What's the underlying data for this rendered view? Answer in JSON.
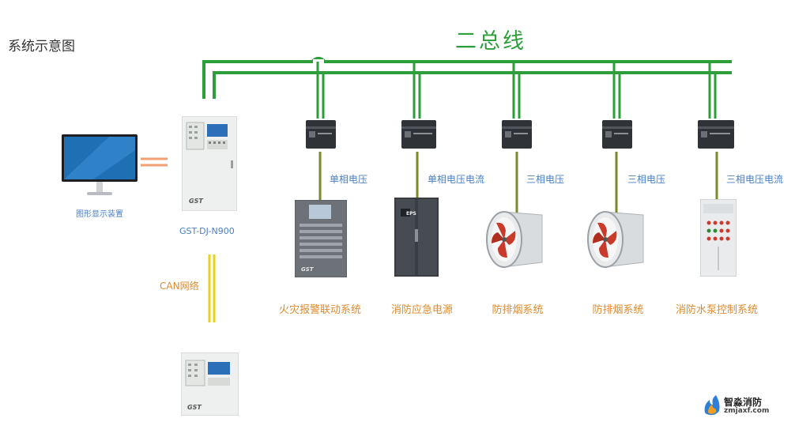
{
  "title": "系统示意图",
  "bus_title": "二总线",
  "colors": {
    "bus_green": "#2e9e3a",
    "can_yellow": "#e8d21a",
    "link_orange": "#f2a073",
    "label_orange": "#e08a2e",
    "label_blue": "#4a7fc1"
  },
  "monitor": {
    "label": "图形显示装置"
  },
  "controller": {
    "model": "GST-DJ-N900",
    "brand": "GST"
  },
  "can": {
    "label": "CAN网络"
  },
  "branches": [
    {
      "wire_label": "单相电压",
      "system": "火灾报警联动系统"
    },
    {
      "wire_label": "单相电压电流",
      "system": "消防应急电源"
    },
    {
      "wire_label": "三相电压",
      "system": "防排烟系统"
    },
    {
      "wire_label": "三相电压",
      "system": "防排烟系统"
    },
    {
      "wire_label": "三相电压电流",
      "system": "消防水泵控制系统"
    }
  ],
  "eps_label": "EPS",
  "logo": {
    "name": "智淼消防",
    "domain": "zmjaxf.com"
  }
}
